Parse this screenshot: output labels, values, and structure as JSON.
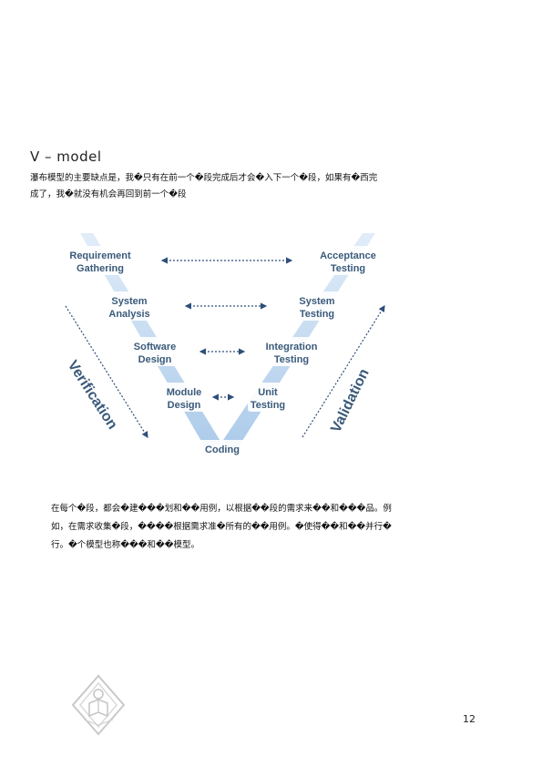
{
  "heading": "V – model",
  "intro": {
    "line1": "瀑布模型的主要缺点是，我�只有在前一个�段完成后才会�入下一个�段，如果有�西完",
    "line2": "成了，我�就没有机会再回到前一个�段"
  },
  "diagram": {
    "stages": {
      "requirement_1": "Requirement",
      "requirement_2": "Gathering",
      "acceptance_1": "Acceptance",
      "acceptance_2": "Testing",
      "system_analysis_1": "System",
      "system_analysis_2": "Analysis",
      "system_testing_1": "System",
      "system_testing_2": "Testing",
      "software_1": "Software",
      "software_2": "Design",
      "integration_1": "Integration",
      "integration_2": "Testing",
      "module_1": "Module",
      "module_2": "Design",
      "unit_1": "Unit",
      "unit_2": "Testing",
      "coding": "Coding"
    },
    "verification": "Verification",
    "validation": "Validation",
    "colors": {
      "arm": "#a9c9ea",
      "label": "#3a5a7a",
      "arrow": "#2e4f7a"
    }
  },
  "body": {
    "line1": "在每个�段，都会�建���划和��用例，以根据��段的需求来��和���品。例",
    "line2": "如，在需求收集�段，����根据需求准�所有的��用例。�使得��和��并行�",
    "line3": "行。�个模型也称���和��模型。"
  },
  "page_number": "12"
}
